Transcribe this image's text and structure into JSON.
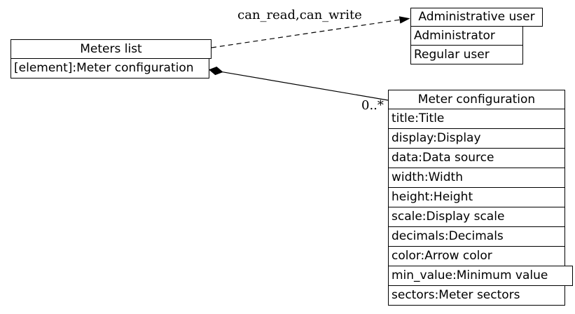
{
  "diagram": {
    "nodes": {
      "meters_list": {
        "title": "Meters list",
        "rows": [
          "[element]:Meter configuration"
        ]
      },
      "administrative_user": {
        "title": "Administrative user",
        "rows": [
          "Administrator",
          "Regular user"
        ]
      },
      "meter_configuration": {
        "title": "Meter configuration",
        "rows": [
          "title:Title",
          "display:Display",
          "data:Data source",
          "width:Width",
          "height:Height",
          "scale:Display scale",
          "decimals:Decimals",
          "color:Arrow color",
          "min_value:Minimum value",
          "sectors:Meter sectors"
        ]
      }
    },
    "edges": {
      "permission": {
        "label": "can_read,can_write",
        "style": "dashed",
        "arrowhead": "filled-triangle",
        "from": "Meters list",
        "to": "Administrative user"
      },
      "composition": {
        "multiplicity": "0..*",
        "style": "solid",
        "source_marker": "filled-diamond",
        "from": "Meters list",
        "to": "Meter configuration"
      }
    },
    "colors": {
      "line": "#000000",
      "text": "#000000",
      "background": "#ffffff",
      "node_fill": "#ffffff"
    }
  }
}
